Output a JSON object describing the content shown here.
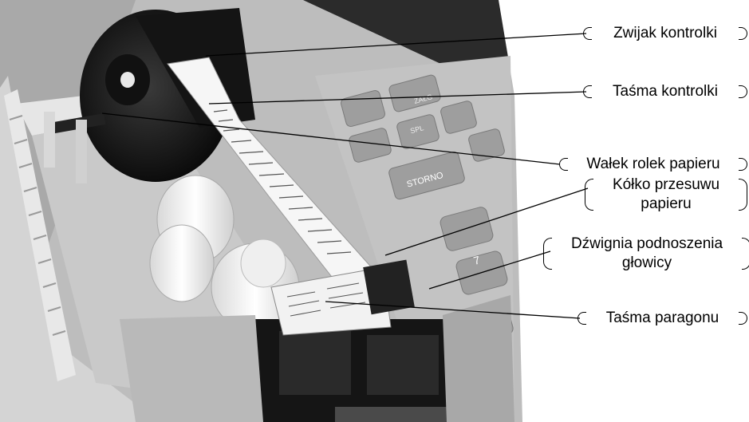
{
  "labels": [
    {
      "key": "take_up",
      "lines": [
        "Zwijak kontrolki"
      ]
    },
    {
      "key": "control_tape",
      "lines": [
        "Taśma kontrolki"
      ]
    },
    {
      "key": "roll_shaft",
      "lines": [
        "Wałek rolek papieru"
      ]
    },
    {
      "key": "feed_wheel",
      "lines": [
        "Kółko przesuwu",
        "papieru"
      ]
    },
    {
      "key": "head_lever",
      "lines": [
        "Dźwignia podnoszenia",
        "głowicy"
      ]
    },
    {
      "key": "receipt_tape",
      "lines": [
        "Taśma paragonu"
      ]
    }
  ],
  "colors": {
    "ink": "#000000",
    "paper": "#ffffff"
  },
  "keys_text": [
    "ZAŁG",
    "STORNO",
    "SPL",
    "7"
  ]
}
